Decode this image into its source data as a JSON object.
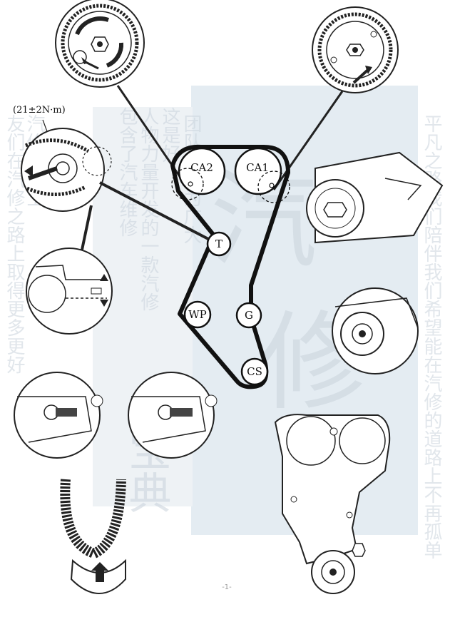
{
  "diagram": {
    "pulley_labels": {
      "ca2": "CA2",
      "ca1": "CA1",
      "t": "T",
      "wp": "WP",
      "g": "G",
      "cs": "CS"
    },
    "torque_spec": "(21±2N·m)",
    "page_marker": "-1-"
  },
  "watermark": {
    "column1": "这是好",
    "column2": "人物力量开发的一款汽修",
    "column3": "包含了汽车维修",
    "column4": "汽修之路上",
    "column_right": "平凡之路我们陪伴我们希望能在汽修的道路上不再孤单",
    "column_left": "友们在汽修之路上取得更多更好",
    "column_mid": "团队专门为广大",
    "big_glyph_1": "汽",
    "big_glyph_2": "修",
    "big_glyph_3": "宝典",
    "color_block": "#dfe8ef"
  }
}
